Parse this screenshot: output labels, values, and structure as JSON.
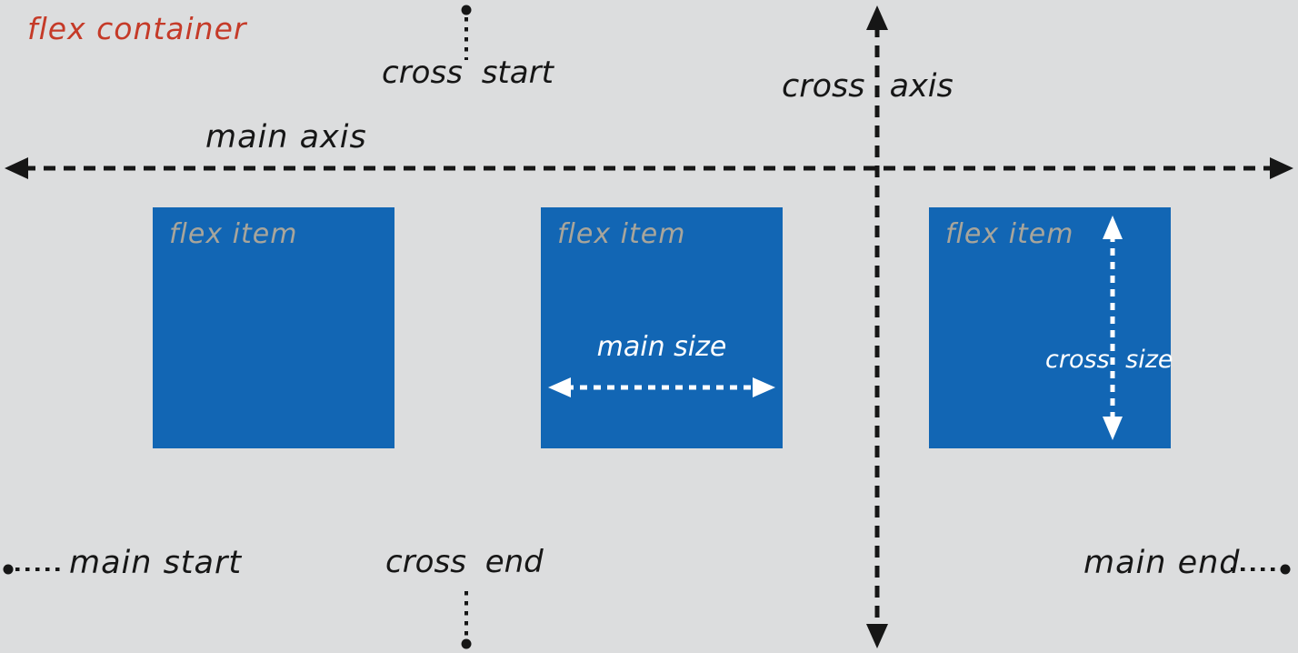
{
  "diagram": {
    "container_label": "flex container",
    "axes": {
      "main_axis_label": "main axis",
      "cross_axis_label": "cross axis"
    },
    "edges": {
      "main_start": "main start",
      "main_end": "main end",
      "cross_start": "cross start",
      "cross_end": "cross end"
    },
    "items": [
      {
        "label": "flex item"
      },
      {
        "label": "flex item",
        "size_label": "main size"
      },
      {
        "label": "flex item",
        "size_label": "cross size"
      }
    ],
    "colors": {
      "background": "#dcddde",
      "item_blue": "#1266b4",
      "item_label": "#a8a59b",
      "container_label_red": "#c53a28",
      "line_black": "#161616",
      "arrow_white": "#ffffff"
    }
  }
}
